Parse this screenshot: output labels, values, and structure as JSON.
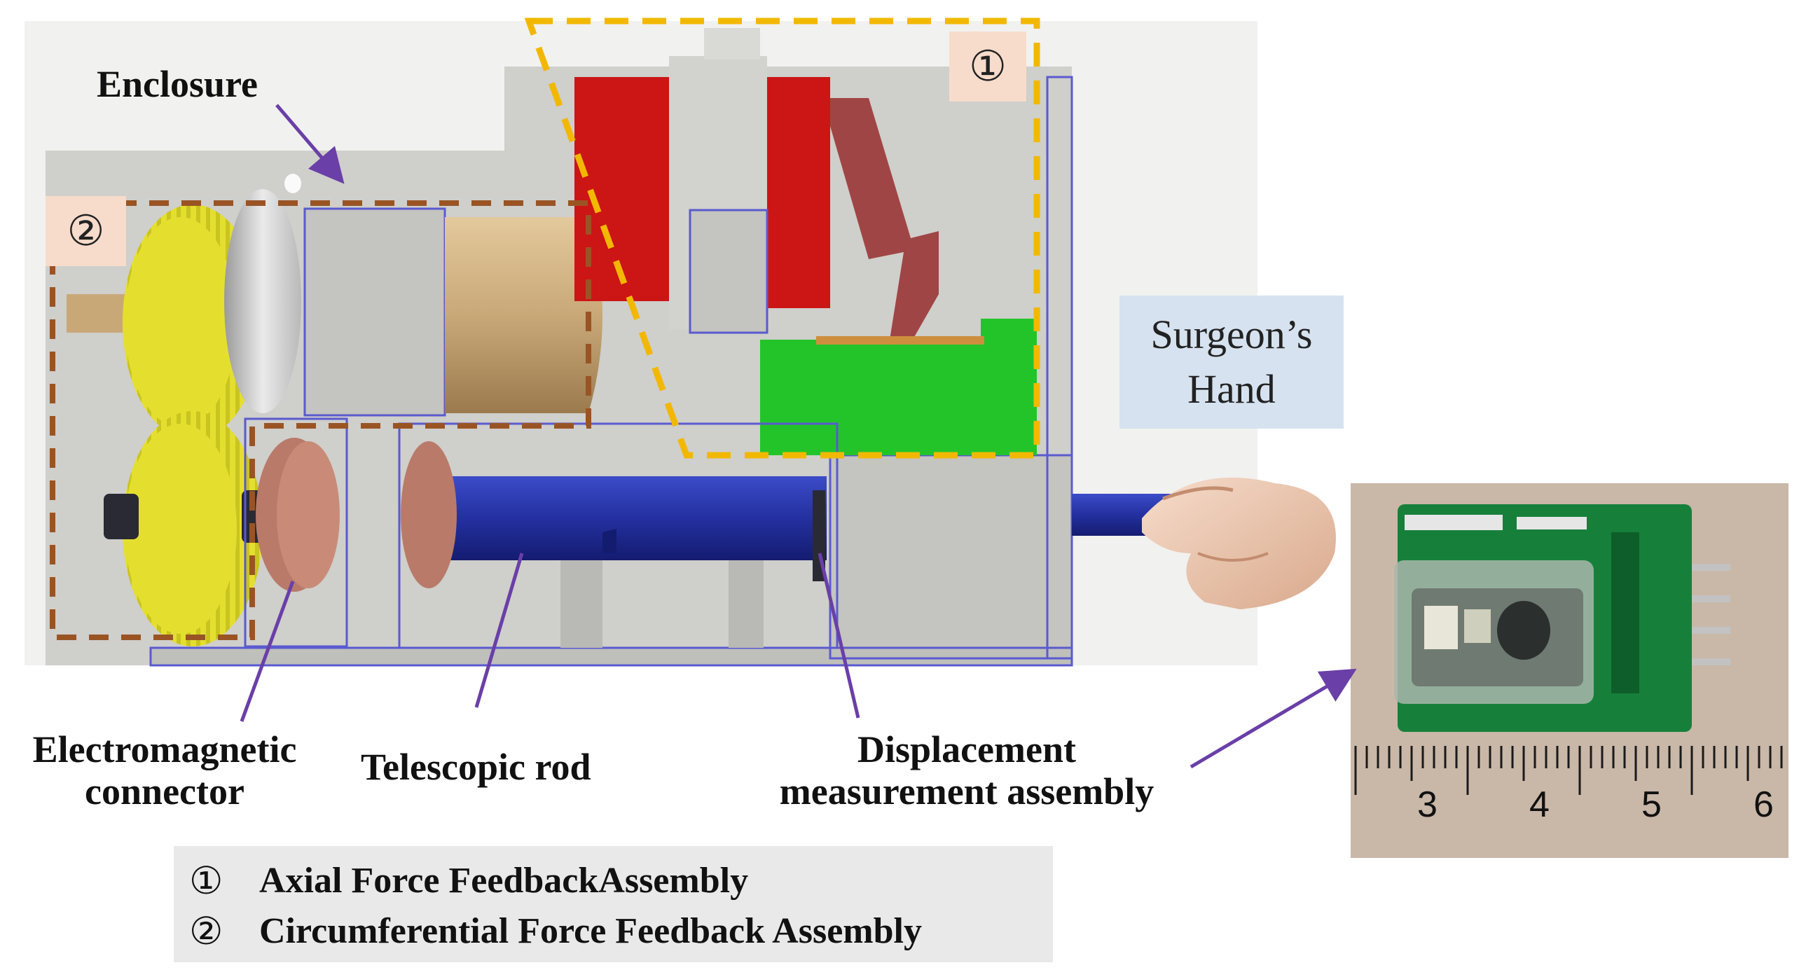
{
  "labels": {
    "enclosure": "Enclosure",
    "electromagnetic_line1": "Electromagnetic",
    "electromagnetic_line2": "connector",
    "telescopic_rod": "Telescopic rod",
    "displacement_line1": "Displacement",
    "displacement_line2": "measurement assembly",
    "surgeon_line1": "Surgeon’s",
    "surgeon_line2": "Hand"
  },
  "markers": {
    "axial": "①",
    "circumferential": "②"
  },
  "legend": [
    {
      "number": "①",
      "text": "Axial Force FeedbackAssembly"
    },
    {
      "number": "②",
      "text": "Circumferential Force Feedback Assembly"
    }
  ],
  "ruler": {
    "numbers": [
      "3",
      "4",
      "5",
      "6"
    ]
  },
  "colors": {
    "enclosure": "#cfcfcb",
    "gear": "#e4df2e",
    "motor": "#c9a878",
    "red_block": "#cc1515",
    "green_block": "#22c42a",
    "arm": "#a04545",
    "rod": "#2430a0",
    "connector": "#b97a6a",
    "axial_box": "#f2b800",
    "circ_box": "#9a5424",
    "arrow": "#6a3fa8",
    "pcb": "#16803a"
  }
}
